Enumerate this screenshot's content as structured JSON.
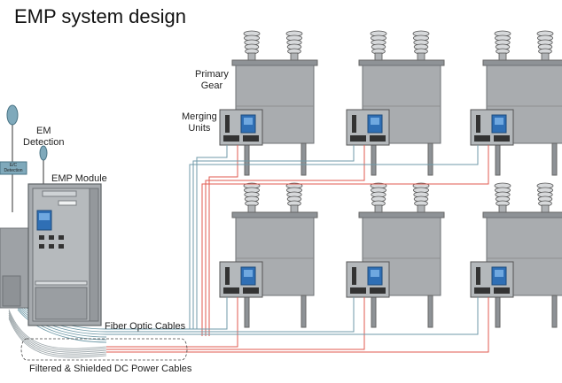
{
  "title": "EMP system design",
  "labels": {
    "primary_gear": "Primary\nGear",
    "merging_units": "Merging\nUnits",
    "em_detection": "EM\nDetection",
    "detection_box": "E/C\nDetection",
    "emp_module": "EMP Module",
    "fiber_optic_cables": "Fiber Optic Cables",
    "dc_power_cables": "Filtered & Shielded DC Power Cables"
  },
  "colors": {
    "tank": "#a9acaf",
    "tank_dark": "#8e9296",
    "bushing": "#d7d9db",
    "fiber": "#6f9aa8",
    "power": "#e15a4f",
    "panel_blue": "#2f6fb5"
  }
}
